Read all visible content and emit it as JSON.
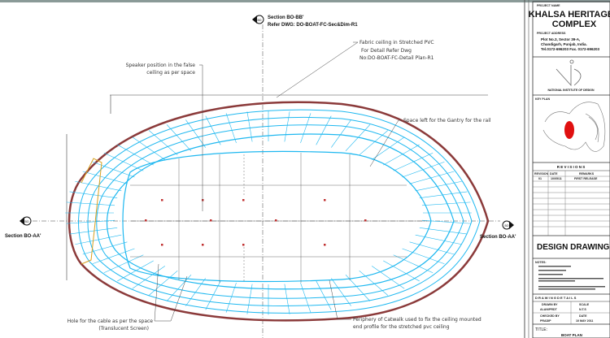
{
  "drawing": {
    "section_top": {
      "marker": "BO",
      "title": "Section BO-BB'",
      "refer": "Refer DWG: DO-BOAT-FC-Sec&Dim-R1"
    },
    "section_left": {
      "marker": "BO",
      "label": "Section BO-AA'"
    },
    "section_right": {
      "marker": "BO",
      "label": "Section BO-AA'"
    },
    "notes": {
      "fabric": [
        "Fabric ceiling in Stretched PVC",
        "For Detail Refer Dwg",
        "No:DO-BOAT-FC-Detail Plan-R1"
      ],
      "speaker": [
        "Speaker position in the false",
        "ceiling as per space"
      ],
      "gantry": "Space left for the Gantry for the rail",
      "cable": [
        "Hole for the cable as per the space",
        "(Translucent Screen)"
      ],
      "periphery": [
        "Periphery of Catwalk used to fix the ceiling mounted",
        "end profile for the stretched pvc ceiling"
      ]
    },
    "colors": {
      "outline": "#8b3a3a",
      "grid": "#1fb8f0",
      "line": "#444444"
    }
  },
  "title_block": {
    "project_label": "PROJECT NAME",
    "project": [
      "KHALSA HERITAGE",
      "COMPLEX"
    ],
    "client_label": "PROJECT ADDRESS",
    "address": [
      "Plot No.3, Sector 39-A,",
      "Chandigarh, Punjab, India.",
      "Tel.0172-696203 Fax. 0172-696203"
    ],
    "institute": "NATIONAL INSTITUTE OF DESIGN",
    "key_plan_label": "KEY PLAN",
    "revisions_title": "R E V I S I O N S",
    "revision_headers": [
      "REVISION",
      "DATE",
      "REMARKS"
    ],
    "revision_rows": [
      [
        "01",
        "10/05/11",
        "FIRST RELEASE"
      ]
    ],
    "design_drawings": "DESIGN DRAWINGS",
    "notes_label": "NOTES:",
    "drawing_details_title": "D R A W I N G   D E T A I L S",
    "details": [
      {
        "label": "DRAWN BY",
        "value": "ALAN/PRDT"
      },
      {
        "label": "SCALE",
        "value": "N.T.S"
      },
      {
        "label": "CHECKED BY",
        "value": "PRADIP"
      },
      {
        "label": "DATE",
        "value": "10 MAY 2011"
      }
    ],
    "title_label": "TITLE:",
    "title_value": "BOAT PLAN"
  }
}
